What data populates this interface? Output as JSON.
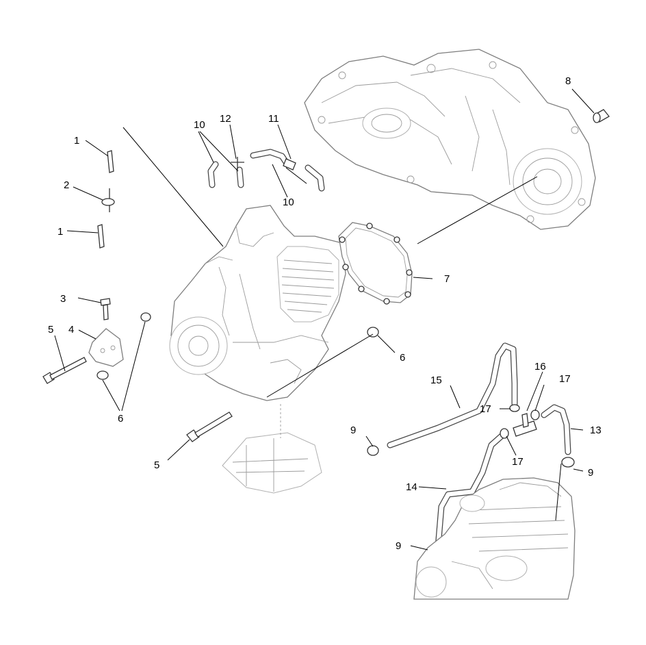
{
  "callouts": {
    "c1a": "1",
    "c1b": "1",
    "c2": "2",
    "c3": "3",
    "c4": "4",
    "c5a": "5",
    "c5b": "5",
    "c6a": "6",
    "c6b": "6",
    "c7": "7",
    "c8": "8",
    "c9a": "9",
    "c9b": "9",
    "c9c": "9",
    "c10a": "10",
    "c10b": "10",
    "c11": "11",
    "c12": "12",
    "c13": "13",
    "c14": "14",
    "c15": "15",
    "c16": "16",
    "c17a": "17",
    "c17b": "17",
    "c17c": "17"
  },
  "colors": {
    "background": "#ffffff",
    "text": "#000000",
    "part_outline": "#7d7d7d",
    "hose_outline": "#444444"
  }
}
